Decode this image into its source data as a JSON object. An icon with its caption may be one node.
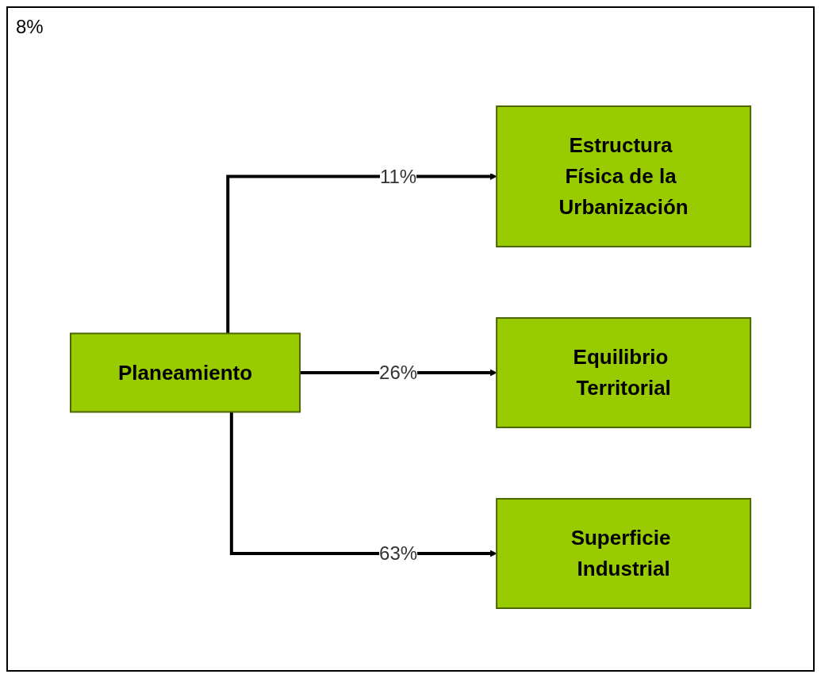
{
  "diagram": {
    "nodes": [
      {
        "text": [
          "Planeamiento"
        ]
      },
      {
        "text": [
          "Estructura Física de la Urbanización"
        ]
      },
      {
        "text": [
          "Equilibrio Territorial"
        ]
      },
      {
        "text": [
          "Superficie Industrial"
        ]
      }
    ],
    "edges": [
      {
        "from": 0,
        "to": 1,
        "arrow": "to",
        "label": "11%"
      },
      {
        "from": 0,
        "to": 2,
        "arrow": "to",
        "label": "26%"
      },
      {
        "from": 0,
        "to": 3,
        "arrow": "to",
        "label": "63%"
      }
    ],
    "labels": [
      "8%"
    ]
  }
}
